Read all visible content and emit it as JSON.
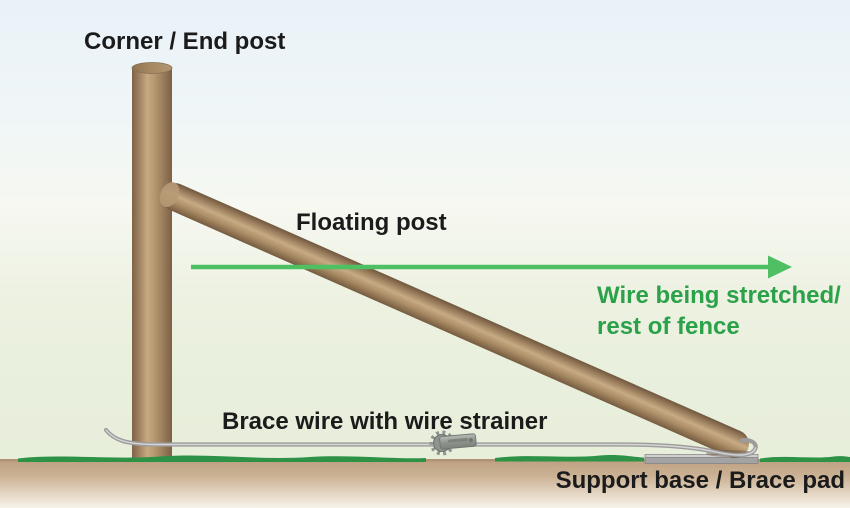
{
  "diagram": {
    "kind": "fence-brace-assembly-diagram",
    "labels": {
      "corner_post": "Corner / End post",
      "floating_post": "Floating post",
      "wire_stretched_line1": "Wire being stretched/",
      "wire_stretched_line2": "rest of fence",
      "brace_wire": "Brace wire with wire strainer",
      "support_base": "Support base / Brace pad"
    },
    "colors": {
      "text_dark": "#1b1b1b",
      "text_green": "#2ba24a",
      "arrow_green": "#4fbf63",
      "wood_mid": "#a98c66",
      "wood_highlight": "#c7ab85",
      "wood_shadow": "#7a5f44",
      "wire_gray": "#9c9c9c",
      "metal_gray": "#8f948e",
      "pad_gray": "#a3a3a3",
      "grass_green": "#2d9246",
      "soil_tan": "#bd9f80",
      "sky_blue": "#e9f2f9",
      "field_green": "#e7eeda"
    }
  }
}
